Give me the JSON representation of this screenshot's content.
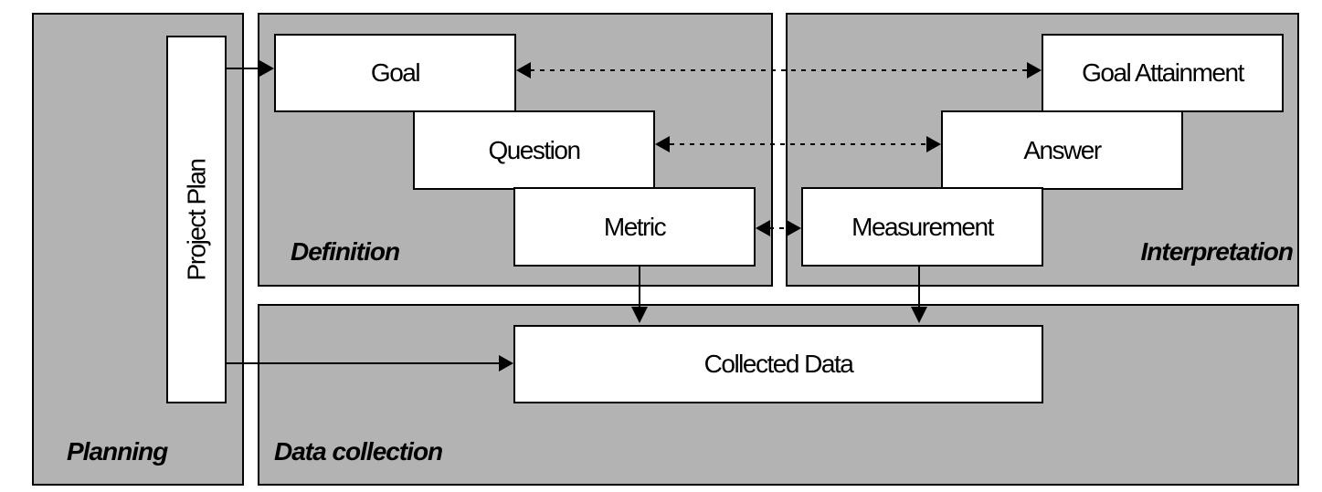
{
  "phases": {
    "planning": "Planning",
    "definition": "Definition",
    "interpretation": "Interpretation",
    "data_collection": "Data collection"
  },
  "nodes": {
    "project_plan": "Project Plan",
    "goal": "Goal",
    "question": "Question",
    "metric": "Metric",
    "goal_attainment": "Goal Attainment",
    "answer": "Answer",
    "measurement": "Measurement",
    "collected_data": "Collected Data"
  },
  "colors": {
    "panel_fill": "#b3b3b3",
    "box_fill": "#ffffff",
    "stroke": "#000000"
  }
}
